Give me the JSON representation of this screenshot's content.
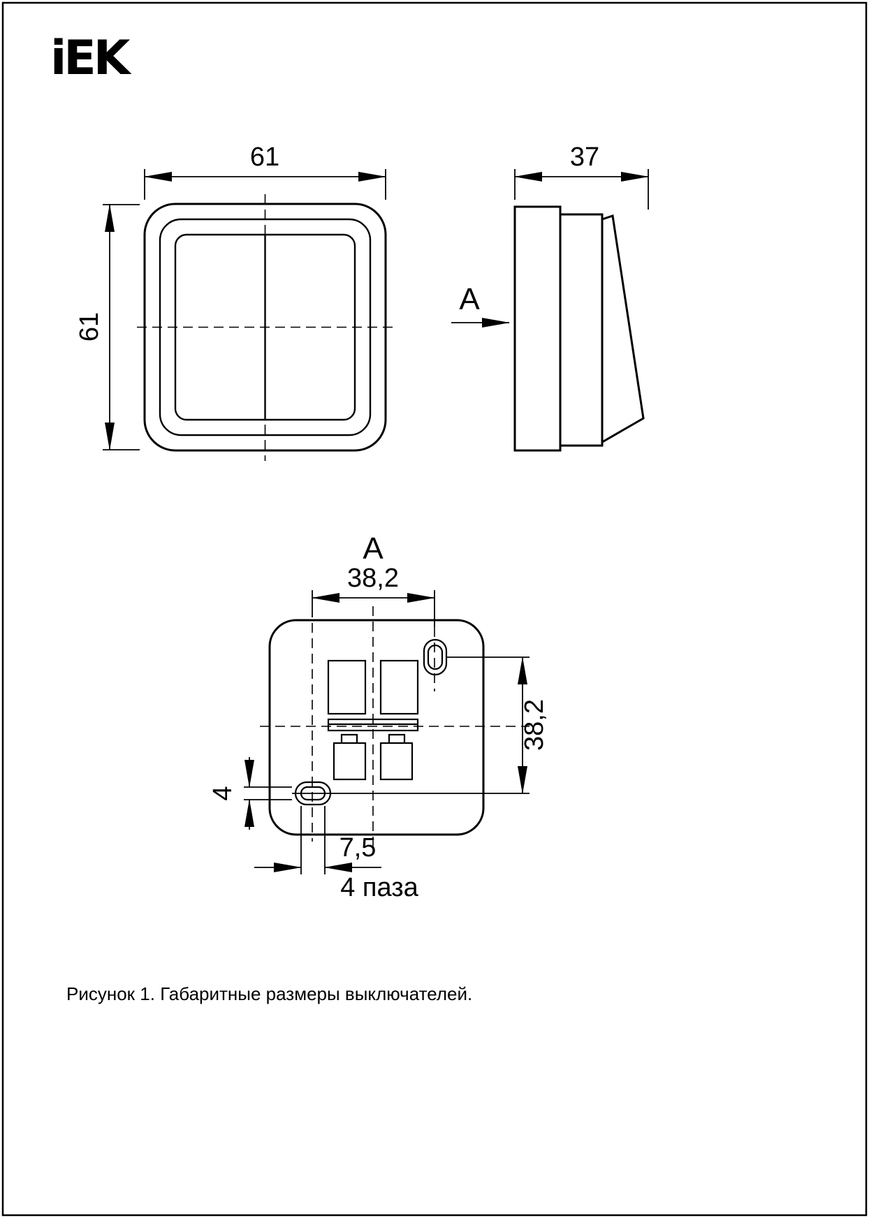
{
  "logo": {
    "text": "iEK"
  },
  "caption": "Рисунок 1. Габаритные размеры выключателей.",
  "views": {
    "front": {
      "dim_width": "61",
      "dim_height": "61"
    },
    "side": {
      "dim_depth": "37",
      "view_arrow_label": "A"
    },
    "section": {
      "title": "A",
      "dim_width": "38,2",
      "dim_height": "38,2",
      "dim_slot_height": "4",
      "dim_slot_width": "7,5",
      "slots_note": "4 паза"
    }
  }
}
